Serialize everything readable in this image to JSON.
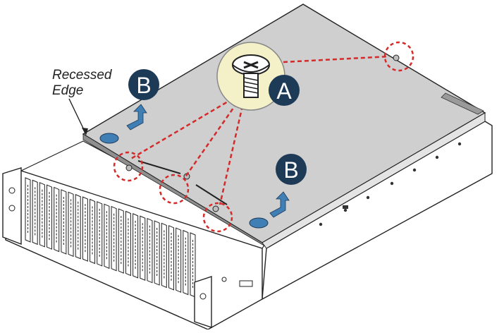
{
  "annotations": {
    "recessed_edge_label_line1": "Recessed",
    "recessed_edge_label_line2": "Edge",
    "callout_a": "A",
    "callout_b": "B"
  },
  "colors": {
    "lid_gray": "#cfcfcf",
    "chassis_white": "#ffffff",
    "outline": "#222222",
    "leader_red": "#d42a2a",
    "callout_navy": "#1d3a57",
    "latch_blue": "#3f7fb5",
    "screw_highlight": "#f4f1c9"
  },
  "icons": [
    "screw-icon",
    "lift-arrow-icon",
    "latch-icon",
    "drive-bay"
  ]
}
